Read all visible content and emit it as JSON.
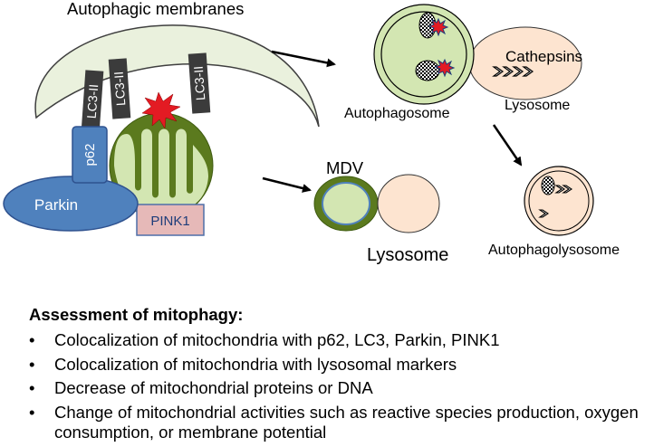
{
  "diagram": {
    "membrane_label": "Autophagic membranes",
    "lc3_labels": [
      "LC3-II",
      "LC3-II",
      "LC3-II"
    ],
    "p62_label": "p62",
    "parkin_label": "Parkin",
    "pink1_label": "PINK1",
    "autophagosome_label": "Autophagosome",
    "cathepsins_label": "Cathepsins",
    "lysosome_label_top": "Lysosome",
    "mdv_label": "MDV",
    "lysosome_label_bottom": "Lysosome",
    "autophagolysosome_label": "Autophagolysosome"
  },
  "colors": {
    "mito_outer": "#5b7a1e",
    "mito_inner": "#d3e6b2",
    "lysosome_fill": "#fde4d0",
    "parkin_fill": "#4f81bd",
    "pink1_fill": "#e6b9b8",
    "lc3_fill": "#3b3b3b",
    "membrane_fill": "#eaf1dd",
    "signal_red": "#e31b23"
  },
  "assessment": {
    "title": "Assessment of mitophagy:",
    "bullet_char": "•",
    "items": [
      "Colocalization of mitochondria with p62, LC3, Parkin, PINK1",
      "Colocalization of mitochondria with lysosomal markers",
      "Decrease of mitochondrial proteins or DNA",
      "Change of mitochondrial activities such as reactive species production, oxygen consumption, or membrane potential"
    ]
  }
}
